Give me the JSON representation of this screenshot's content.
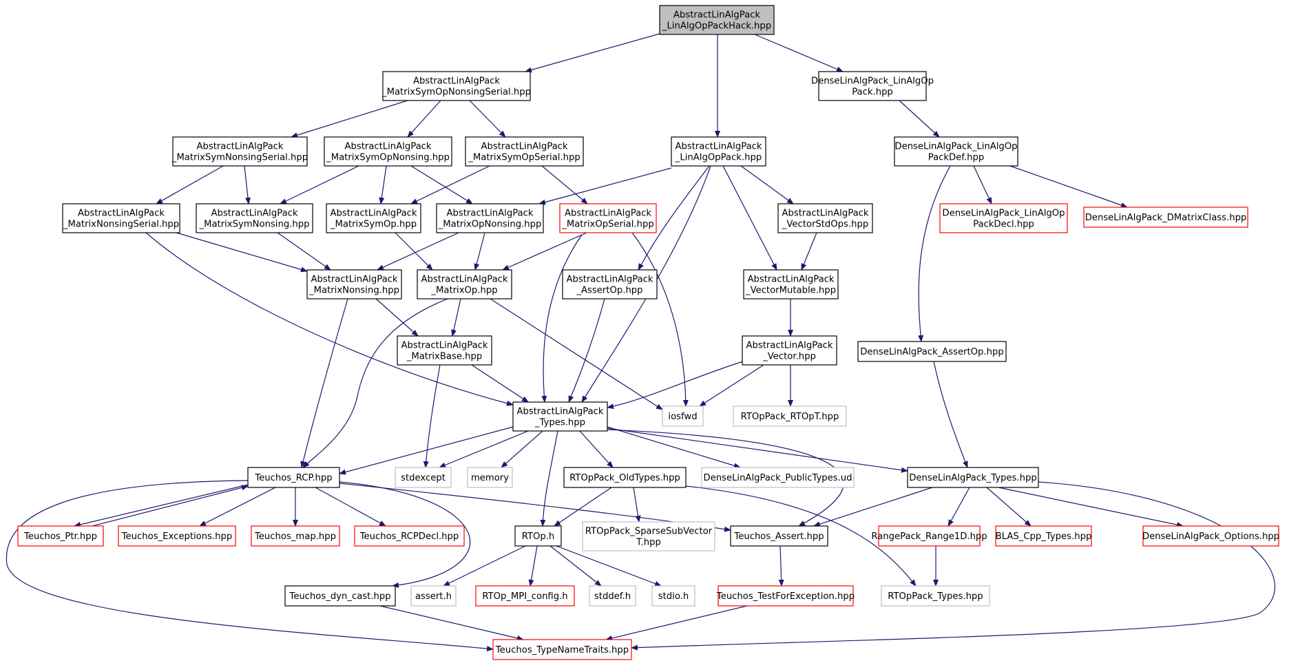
{
  "colors": {
    "edge": "#191970",
    "root_fill": "#bfbfbf",
    "documented_border": "#000000",
    "undocumented_border": "#ff0000",
    "external_border": "#bfbfbf",
    "text": "#000000"
  },
  "nodes": [
    {
      "id": "root",
      "style": "root",
      "lines": [
        "AbstractLinAlgPack",
        "_LinAlgOpPackHack.hpp"
      ]
    },
    {
      "id": "msons",
      "style": "doc",
      "lines": [
        "AbstractLinAlgPack",
        "_MatrixSymOpNonsingSerial.hpp"
      ]
    },
    {
      "id": "dlaop",
      "style": "doc",
      "lines": [
        "DenseLinAlgPack_LinAlgOp",
        "Pack.hpp"
      ]
    },
    {
      "id": "msnons",
      "style": "doc",
      "lines": [
        "AbstractLinAlgPack",
        "_MatrixSymNonsingSerial.hpp"
      ]
    },
    {
      "id": "msopnon",
      "style": "doc",
      "lines": [
        "AbstractLinAlgPack",
        "_MatrixSymOpNonsing.hpp"
      ]
    },
    {
      "id": "msopser",
      "style": "doc",
      "lines": [
        "AbstractLinAlgPack",
        "_MatrixSymOpSerial.hpp"
      ]
    },
    {
      "id": "linop",
      "style": "doc",
      "lines": [
        "AbstractLinAlgPack",
        "_LinAlgOpPack.hpp"
      ]
    },
    {
      "id": "dlaopdef",
      "style": "doc",
      "lines": [
        "DenseLinAlgPack_LinAlgOp",
        "PackDef.hpp"
      ]
    },
    {
      "id": "mnonser",
      "style": "doc",
      "lines": [
        "AbstractLinAlgPack",
        "_MatrixNonsingSerial.hpp"
      ]
    },
    {
      "id": "msymnon",
      "style": "doc",
      "lines": [
        "AbstractLinAlgPack",
        "_MatrixSymNonsing.hpp"
      ]
    },
    {
      "id": "msymop",
      "style": "doc",
      "lines": [
        "AbstractLinAlgPack",
        "_MatrixSymOp.hpp"
      ]
    },
    {
      "id": "mopnon",
      "style": "doc",
      "lines": [
        "AbstractLinAlgPack",
        "_MatrixOpNonsing.hpp"
      ]
    },
    {
      "id": "mopser",
      "style": "undoc",
      "lines": [
        "AbstractLinAlgPack",
        "_MatrixOpSerial.hpp"
      ]
    },
    {
      "id": "vstd",
      "style": "doc",
      "lines": [
        "AbstractLinAlgPack",
        "_VectorStdOps.hpp"
      ]
    },
    {
      "id": "dlaopdecl",
      "style": "undoc",
      "lines": [
        "DenseLinAlgPack_LinAlgOp",
        "PackDecl.hpp"
      ]
    },
    {
      "id": "dmat",
      "style": "undoc",
      "lines": [
        "DenseLinAlgPack_DMatrixClass.hpp"
      ]
    },
    {
      "id": "mnon",
      "style": "doc",
      "lines": [
        "AbstractLinAlgPack",
        "_MatrixNonsing.hpp"
      ]
    },
    {
      "id": "mop",
      "style": "doc",
      "lines": [
        "AbstractLinAlgPack",
        "_MatrixOp.hpp"
      ]
    },
    {
      "id": "assertop",
      "style": "doc",
      "lines": [
        "AbstractLinAlgPack",
        "_AssertOp.hpp"
      ]
    },
    {
      "id": "vmut",
      "style": "doc",
      "lines": [
        "AbstractLinAlgPack",
        "_VectorMutable.hpp"
      ]
    },
    {
      "id": "mbase",
      "style": "doc",
      "lines": [
        "AbstractLinAlgPack",
        "_MatrixBase.hpp"
      ]
    },
    {
      "id": "vec",
      "style": "doc",
      "lines": [
        "AbstractLinAlgPack",
        "_Vector.hpp"
      ]
    },
    {
      "id": "dassert",
      "style": "doc",
      "lines": [
        "DenseLinAlgPack_AssertOp.hpp"
      ]
    },
    {
      "id": "types",
      "style": "doc",
      "lines": [
        "AbstractLinAlgPack",
        "_Types.hpp"
      ]
    },
    {
      "id": "iosfwd",
      "style": "ext",
      "lines": [
        "iosfwd"
      ]
    },
    {
      "id": "roprtopt",
      "style": "ext",
      "lines": [
        "RTOpPack_RTOpT.hpp"
      ]
    },
    {
      "id": "rcp",
      "style": "doc",
      "lines": [
        "Teuchos_RCP.hpp"
      ]
    },
    {
      "id": "stdexcept",
      "style": "ext",
      "lines": [
        "stdexcept"
      ]
    },
    {
      "id": "memory",
      "style": "ext",
      "lines": [
        "memory"
      ]
    },
    {
      "id": "oldtypes",
      "style": "doc",
      "lines": [
        "RTOpPack_OldTypes.hpp"
      ]
    },
    {
      "id": "pubtypes",
      "style": "ext",
      "lines": [
        "DenseLinAlgPack_PublicTypes.ud"
      ]
    },
    {
      "id": "dtypes",
      "style": "doc",
      "lines": [
        "DenseLinAlgPack_Types.hpp"
      ]
    },
    {
      "id": "ptr",
      "style": "undoc",
      "lines": [
        "Teuchos_Ptr.hpp"
      ]
    },
    {
      "id": "exc",
      "style": "undoc",
      "lines": [
        "Teuchos_Exceptions.hpp"
      ]
    },
    {
      "id": "map",
      "style": "undoc",
      "lines": [
        "Teuchos_map.hpp"
      ]
    },
    {
      "id": "rcpdecl",
      "style": "undoc",
      "lines": [
        "Teuchos_RCPDecl.hpp"
      ]
    },
    {
      "id": "rtoph",
      "style": "doc",
      "lines": [
        "RTOp.h"
      ]
    },
    {
      "id": "sparse",
      "style": "ext",
      "lines": [
        "RTOpPack_SparseSubVector",
        "T.hpp"
      ]
    },
    {
      "id": "tassert",
      "style": "doc",
      "lines": [
        "Teuchos_Assert.hpp"
      ]
    },
    {
      "id": "range",
      "style": "undoc",
      "lines": [
        "RangePack_Range1D.hpp"
      ]
    },
    {
      "id": "blas",
      "style": "undoc",
      "lines": [
        "BLAS_Cpp_Types.hpp"
      ]
    },
    {
      "id": "dopts",
      "style": "undoc",
      "lines": [
        "DenseLinAlgPack_Options.hpp"
      ]
    },
    {
      "id": "dyncast",
      "style": "doc",
      "lines": [
        "Teuchos_dyn_cast.hpp"
      ]
    },
    {
      "id": "asserth",
      "style": "ext",
      "lines": [
        "assert.h"
      ]
    },
    {
      "id": "mpi",
      "style": "undoc",
      "lines": [
        "RTOp_MPI_config.h"
      ]
    },
    {
      "id": "stddef",
      "style": "ext",
      "lines": [
        "stddef.h"
      ]
    },
    {
      "id": "stdio",
      "style": "ext",
      "lines": [
        "stdio.h"
      ]
    },
    {
      "id": "testexc",
      "style": "undoc",
      "lines": [
        "Teuchos_TestForException.hpp"
      ]
    },
    {
      "id": "rtoptypes",
      "style": "ext",
      "lines": [
        "RTOpPack_Types.hpp"
      ]
    },
    {
      "id": "typename",
      "style": "undoc",
      "lines": [
        "Teuchos_TypeNameTraits.hpp"
      ]
    }
  ]
}
